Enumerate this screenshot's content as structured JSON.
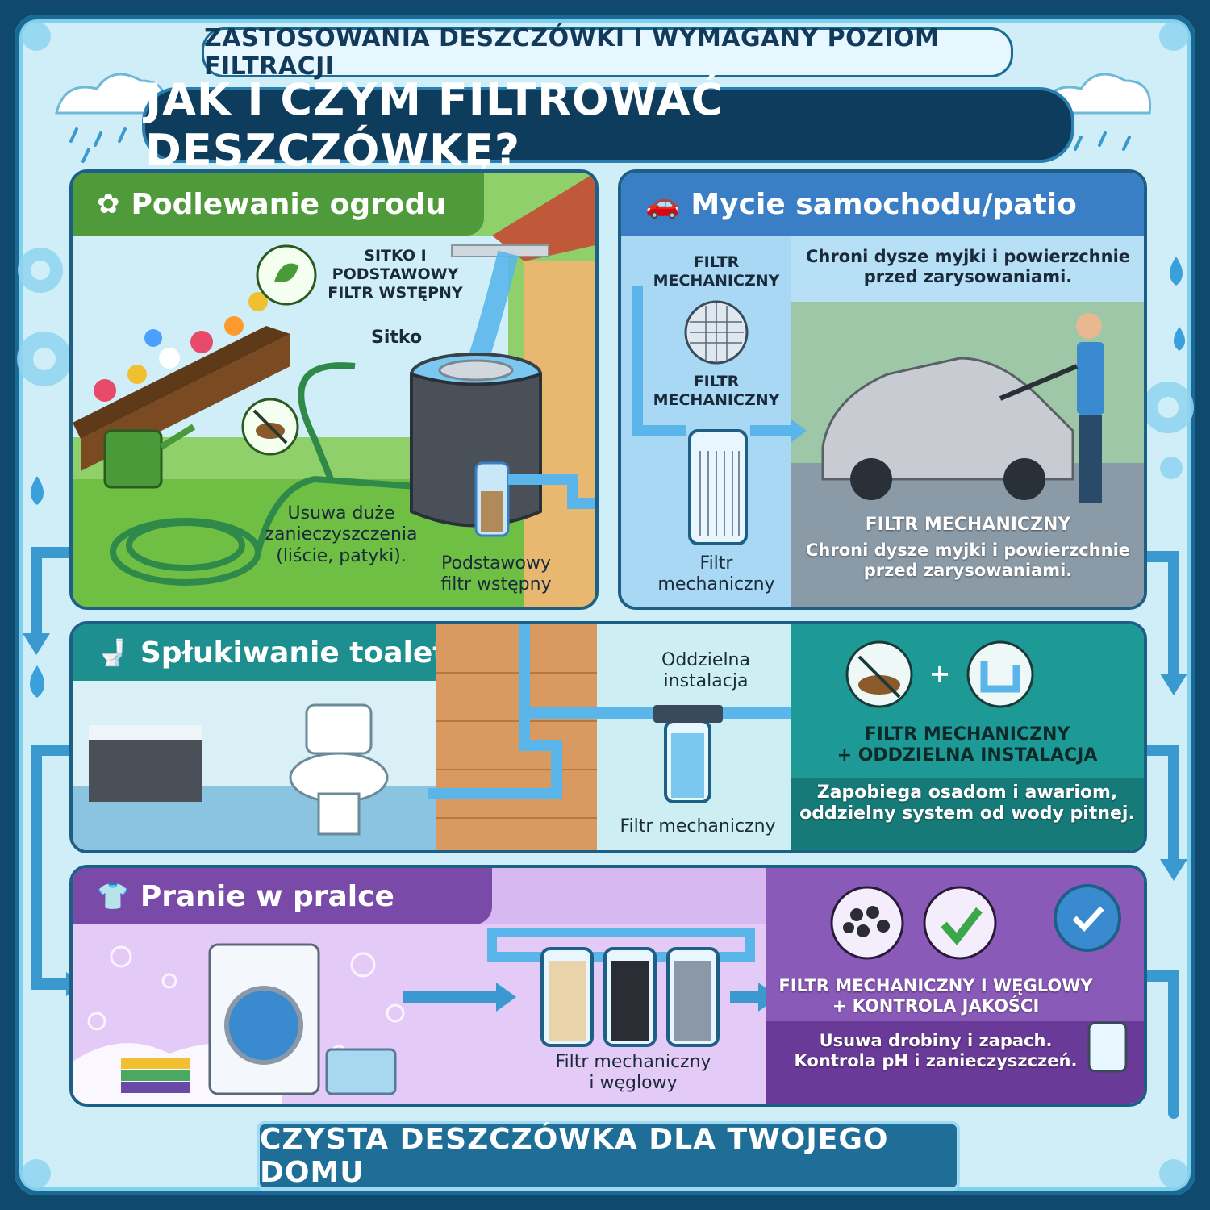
{
  "banner_top": "ZASTOSOWANIA DESZCZÓWKI I WYMAGANY POZIOM FILTRACJI",
  "title": "JAK I CZYM FILTROWAĆ DESZCZÓWKĘ?",
  "footer": "CZYSTA DESZCZÓWKA DLA TWOJEGO DOMU",
  "colors": {
    "garden": "#4f9a3a",
    "car": "#3a7fc6",
    "toilet": "#1e8f8f",
    "laundry": "#7a4aa8",
    "pipe": "#5ab6ea"
  },
  "garden": {
    "header": "Podlewanie ogrodu",
    "prefilter_label": "SITKO I\nPODSTAWOWY\nFILTR WSTĘPNY",
    "sitko": "Sitko",
    "removes": "Usuwa duże\nzanieczyszczenia\n(liście, patyki).",
    "basic_filter": "Podstawowy\nfiltr wstępny"
  },
  "car": {
    "header": "Mycie samochodu/patio",
    "filter_top": "FILTR\nMECHANICZNY",
    "filter_mid": "FILTR\nMECHANICZNY",
    "filter_bottom": "Filtr\nmechaniczny",
    "note_top": "Chroni dysze myjki i powierzchnie\nprzed zarysowaniami.",
    "summary_title": "FILTR MECHANICZNY",
    "summary_text": "Chroni dysze myjki i powierzchnie\nprzed zarysowaniami."
  },
  "toilet": {
    "header": "Spłukiwanie toalety",
    "separate": "Oddzielna\ninstalacja",
    "filter": "Filtr mechaniczny",
    "summary_title": "FILTR MECHANICZNY\n+ ODDZIELNA INSTALACJA",
    "summary_text": "Zapobiega osadom i awariom,\noddzielny system od wody pitnej.",
    "plus": "+"
  },
  "laundry": {
    "header": "Pranie w pralce",
    "filter": "Filtr mechaniczny\ni węglowy",
    "summary_title": "FILTR MECHANICZNY I WĘGLOWY\n+ KONTROLA JAKOŚCI",
    "summary_text": "Usuwa drobiny i zapach.\nKontrola pH i zanieczyszczeń."
  }
}
